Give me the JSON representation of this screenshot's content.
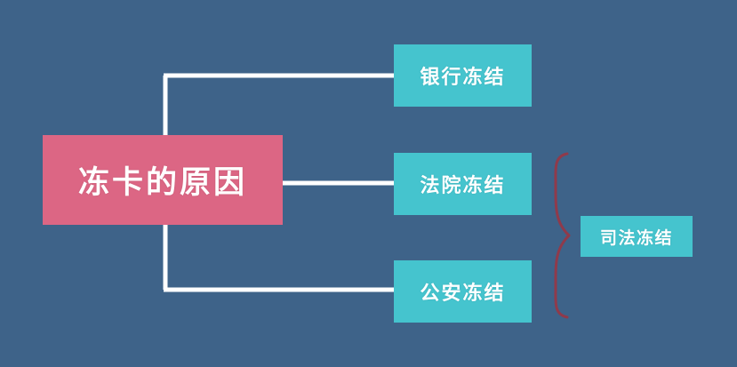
{
  "diagram": {
    "type": "mind-map",
    "title": "冻卡的原因",
    "background_color": "#3E6389",
    "root": {
      "label": "冻卡的原因",
      "color": "#DC6684",
      "text_color": "#FFFFFF"
    },
    "branches": [
      {
        "label": "银行冻结",
        "color": "#45C4CE",
        "text_color": "#FFFFFF"
      },
      {
        "label": "法院冻结",
        "color": "#45C4CE",
        "text_color": "#FFFFFF"
      },
      {
        "label": "公安冻结",
        "color": "#45C4CE",
        "text_color": "#FFFFFF"
      }
    ],
    "group": {
      "label": "司法冻结",
      "color": "#45C4CE",
      "text_color": "#FFFFFF",
      "brace_color": "#8F3A4B",
      "groups_branches": [
        "法院冻结",
        "公安冻结"
      ]
    },
    "connector_color": "#FFFFFF"
  }
}
